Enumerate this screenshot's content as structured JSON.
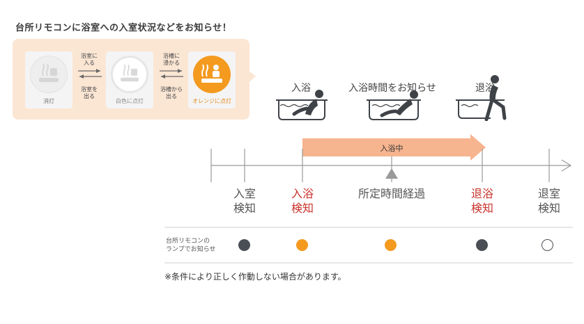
{
  "headline": "台所リモコンに浴室への入室状況などをお知らせ！",
  "lamp_states": {
    "off_label": "消灯",
    "white_label": "白色に点灯",
    "orange_label": "オレンジに点灯"
  },
  "transitions": {
    "enter_room": [
      "浴室に",
      "入る"
    ],
    "leave_room": [
      "浴室を",
      "出る"
    ],
    "enter_tub": [
      "浴槽に",
      "浸かる"
    ],
    "leave_tub": [
      "浴槽から",
      "出る"
    ]
  },
  "scenes": {
    "enter_bath": "入浴",
    "notify_time": "入浴時間をお知らせ",
    "exit_bath": "退浴"
  },
  "timeline": {
    "bathing_label": "入浴中",
    "events": [
      {
        "line1": "入室",
        "line2": "検知",
        "lamp": "dark",
        "highlight": false
      },
      {
        "line1": "入浴",
        "line2": "検知",
        "lamp": "orange",
        "highlight": true
      },
      {
        "line1": "所定時間経過",
        "line2": "",
        "lamp": "orange",
        "highlight": false
      },
      {
        "line1": "退浴",
        "line2": "検知",
        "lamp": "dark",
        "highlight": true
      },
      {
        "line1": "退室",
        "line2": "検知",
        "lamp": "hollow",
        "highlight": false
      }
    ]
  },
  "lamp_row_label": [
    "台所リモコンの",
    "ランプでお知らせ"
  ],
  "footnote": "※条件により正しく作動しない場合があります。",
  "colors": {
    "accent_red": "#c8322a",
    "orange": "#f39a1f",
    "dark": "#4a4f55",
    "panel_bg": "#fbe6d4",
    "bar": "#f6b48f",
    "line": "#999999"
  }
}
